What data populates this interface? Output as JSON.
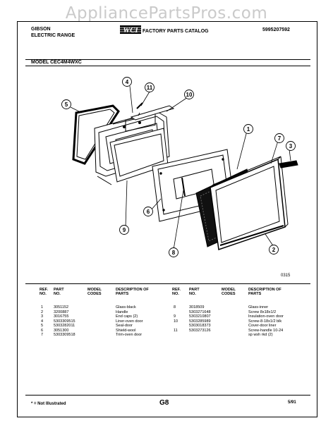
{
  "watermark": "AppliancePartsPros.com",
  "header": {
    "brand_line1": "GIBSON",
    "brand_line2": "ELECTRIC RANGE",
    "logo_text": "WCI",
    "catalog_title": "FACTORY PARTS CATALOG",
    "catalog_number": "5995207592",
    "model_label": "MODEL CEC4M4WXC"
  },
  "diagram": {
    "code": "0315",
    "callouts": [
      "1",
      "2",
      "3",
      "4",
      "5",
      "6",
      "7",
      "8",
      "9",
      "10",
      "11"
    ]
  },
  "table": {
    "columns": [
      "REF. NO.",
      "PART NO.",
      "MODEL CODES",
      "DESCRIPTION OF PARTS"
    ],
    "left": [
      {
        "ref": "1",
        "part": "3051152",
        "model": "",
        "desc": "Glass-black"
      },
      {
        "ref": "2",
        "part": "3200887",
        "model": "",
        "desc": "Handle"
      },
      {
        "ref": "3",
        "part": "3016755",
        "model": "",
        "desc": "End caps (2)"
      },
      {
        "ref": "4",
        "part": "5303309515",
        "model": "",
        "desc": "Liner-oven door"
      },
      {
        "ref": "5",
        "part": "5303282011",
        "model": "",
        "desc": "Seal-door"
      },
      {
        "ref": "6",
        "part": "3051300",
        "model": "",
        "desc": "Shield-wool"
      },
      {
        "ref": "7",
        "part": "5303309518",
        "model": "",
        "desc": "Trim-oven door"
      }
    ],
    "right": [
      {
        "ref": "8",
        "part": "3018509",
        "model": "",
        "desc": "Glass-inner"
      },
      {
        "ref": "",
        "part": "5303271648",
        "model": "",
        "desc": "Screw 8x18x1/2"
      },
      {
        "ref": "9",
        "part": "5303210807",
        "model": "",
        "desc": "Insulation-oven door"
      },
      {
        "ref": "10",
        "part": "5303285989",
        "model": "",
        "desc": "Screw-8-18x1/2 blk"
      },
      {
        "ref": "",
        "part": "5303018373",
        "model": "",
        "desc": "Cover-door liner"
      },
      {
        "ref": "11",
        "part": "5303273126",
        "model": "",
        "desc": "Screw-handle 10-24"
      },
      {
        "ref": "",
        "part": "",
        "model": "",
        "desc": "sp wsh rkd (2)"
      }
    ]
  },
  "footer": {
    "note": "* = Not Illustrated",
    "page_code": "G8",
    "date": "5/91"
  }
}
